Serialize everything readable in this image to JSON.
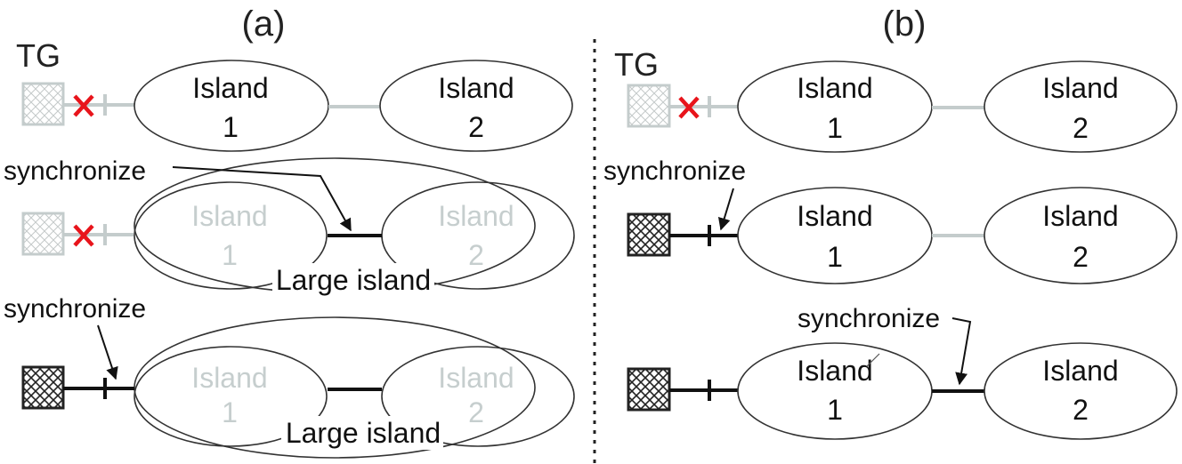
{
  "panels": [
    {
      "label": "(a)"
    },
    {
      "label": "(b)"
    }
  ],
  "generator_label": "TG",
  "island_word": "Island",
  "island_numbers": [
    "1",
    "2"
  ],
  "large_island_label": "Large island",
  "synchronize_label": "synchronize",
  "colors": {
    "active_line": "#111111",
    "inactive_line": "#c4cccc",
    "inactive_text": "#c6cece",
    "trip_mark": "#e8141b",
    "outline": "#333333"
  }
}
